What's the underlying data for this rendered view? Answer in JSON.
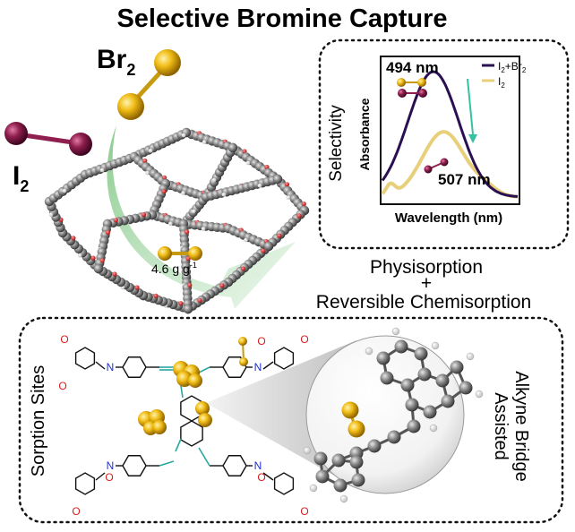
{
  "title": "Selective Bromine Capture",
  "labels": {
    "br2_main": "Br",
    "br2_sub": "2",
    "i2_main": "I",
    "i2_sub": "2",
    "capacity_value": "4.6 g g",
    "capacity_exp": "-1",
    "mechanism_line1": "Physisorption",
    "mechanism_plus": "+",
    "mechanism_line2": "Reversible Chemisorption",
    "sorption_sites": "Sorption Sites",
    "alkyne_line1": "Alkyne Bridge",
    "alkyne_line2": "Assisted",
    "atom_o": "O",
    "atom_n": "N"
  },
  "spectrum_panel": {
    "side_label": "Selectivity",
    "ylabel": "Absorbance",
    "xlabel": "Wavelength (nm)",
    "peak1_label": "494 nm",
    "peak2_label": "507 nm",
    "legend": [
      {
        "main": "I",
        "sub": "2",
        "tail": "+Br",
        "tail_sub": "2",
        "color": "#2a1052"
      },
      {
        "main": "I",
        "sub": "2",
        "tail": "",
        "tail_sub": "",
        "color": "#e8cf7a"
      }
    ]
  },
  "colors": {
    "bromine": "#e6b112",
    "iodine": "#8f1f4e",
    "framework": "#777777",
    "arrow_green": "#86c98a",
    "alkyne": "#2aa7a0",
    "nitrogen": "#1f2fd0",
    "oxygen": "#d91e1e"
  },
  "chart_data": {
    "type": "line",
    "title": "",
    "xlabel": "Wavelength (nm)",
    "ylabel": "Absorbance",
    "x_ticks_shown": false,
    "y_ticks_shown": false,
    "series": [
      {
        "name": "I2+Br2",
        "peak_nm": 494,
        "relative_peak": 1.0
      },
      {
        "name": "I2",
        "peak_nm": 507,
        "relative_peak": 0.52
      }
    ],
    "annotations": [
      "494 nm",
      "507 nm"
    ]
  }
}
